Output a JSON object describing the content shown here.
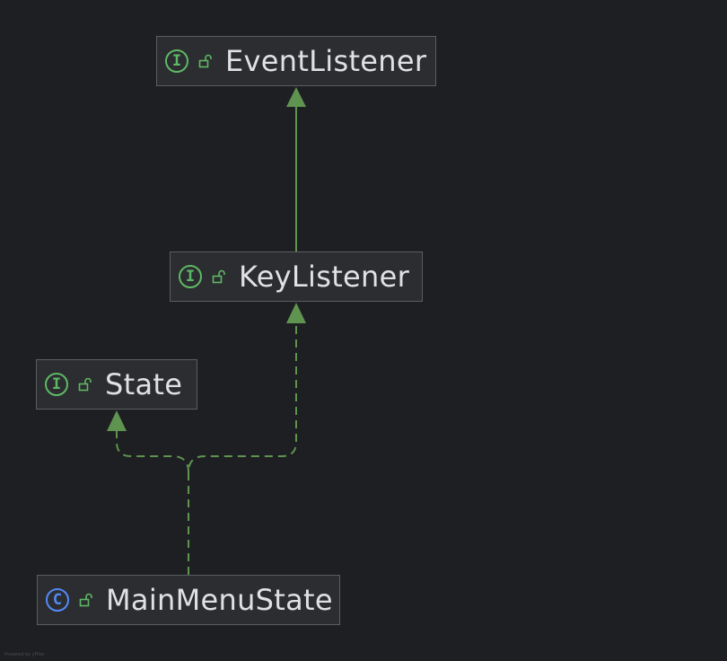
{
  "colors": {
    "background": "#1e1f22",
    "node_fill": "#2b2d30",
    "node_border": "#5a5d63",
    "edge": "#5f9450",
    "interface_icon": "#5fb865",
    "class_icon": "#548af7",
    "text": "#dfe1e5"
  },
  "nodes": [
    {
      "id": "event_listener",
      "name": "EventListener",
      "kind": "interface",
      "kind_letter": "I",
      "visibility_icon": "open-lock-icon"
    },
    {
      "id": "key_listener",
      "name": "KeyListener",
      "kind": "interface",
      "kind_letter": "I",
      "visibility_icon": "open-lock-icon"
    },
    {
      "id": "state",
      "name": "State",
      "kind": "interface",
      "kind_letter": "I",
      "visibility_icon": "open-lock-icon"
    },
    {
      "id": "main_menu_state",
      "name": "MainMenuState",
      "kind": "class",
      "kind_letter": "C",
      "visibility_icon": "open-lock-icon"
    }
  ],
  "edges": [
    {
      "from": "KeyListener",
      "to": "EventListener",
      "type": "extends",
      "style": "solid"
    },
    {
      "from": "MainMenuState",
      "to": "KeyListener",
      "type": "implements",
      "style": "dashed"
    },
    {
      "from": "MainMenuState",
      "to": "State",
      "type": "implements",
      "style": "dashed"
    }
  ],
  "footer": "Powered by yFiles"
}
